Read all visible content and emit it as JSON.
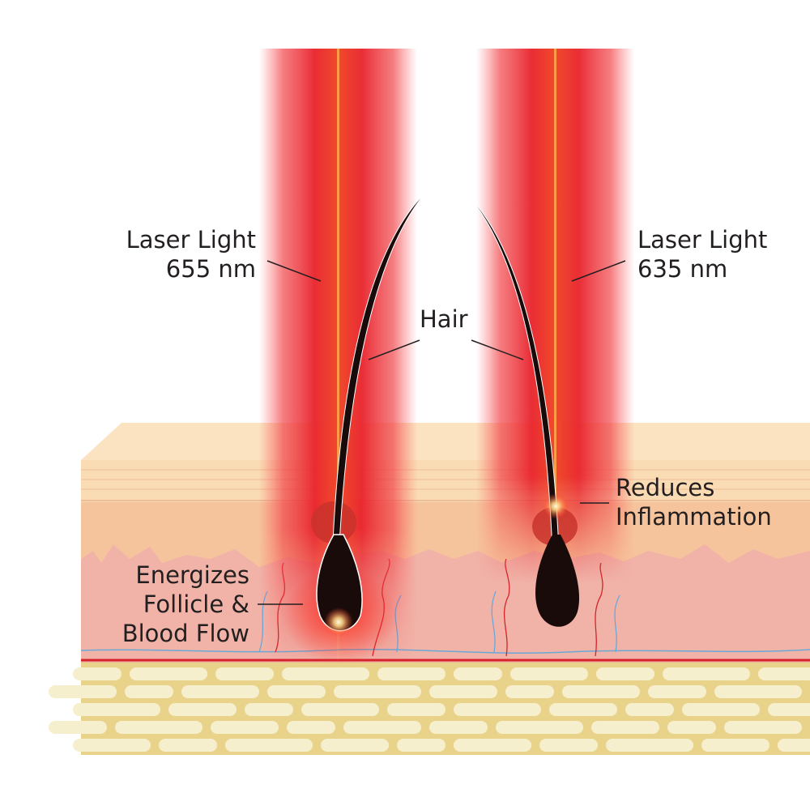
{
  "labels": {
    "laser_left": {
      "line1": "Laser Light",
      "line2": "655 nm"
    },
    "laser_right": {
      "line1": "Laser Light",
      "line2": "635 nm"
    },
    "hair": "Hair",
    "reduces": {
      "line1": "Reduces",
      "line2": "Inflammation"
    },
    "energizes": {
      "line1": "Energizes",
      "line2": "Follicle &",
      "line3": "Blood Flow"
    }
  },
  "colors": {
    "laser": "#e8222b",
    "stratum": "#f9dcb4",
    "epidermis": "#f6c49c",
    "dermis": "#f1b3a8",
    "fat": "#e9d38a",
    "fat_cell": "#f6efcd",
    "hair": "#1a0b0b",
    "artery": "#d5232a",
    "vein": "#6aa8d8"
  }
}
